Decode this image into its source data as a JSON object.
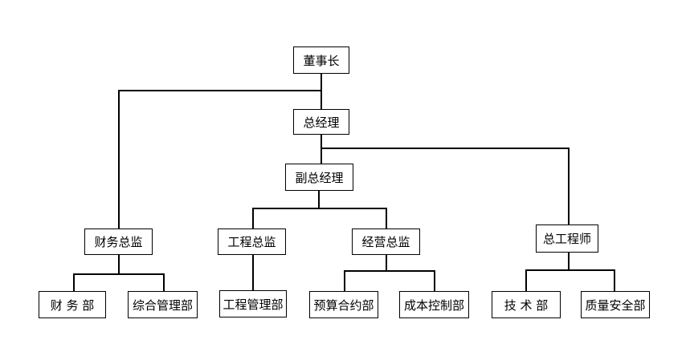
{
  "org_chart": {
    "chairman": "董事长",
    "general_manager": "总经理",
    "deputy_general_manager": "副总经理",
    "finance_director": "财务总监",
    "engineering_director": "工程总监",
    "operations_director": "经营总监",
    "chief_engineer": "总工程师",
    "finance_dept": "财 务 部",
    "general_admin_dept": "综合管理部",
    "engineering_mgmt_dept": "工程管理部",
    "budget_contract_dept": "预算合约部",
    "cost_control_dept": "成本控制部",
    "technical_dept": "技 术 部",
    "quality_safety_dept": "质量安全部"
  },
  "colors": {
    "line": "#000000",
    "box_border": "#000000",
    "background": "#ffffff"
  }
}
